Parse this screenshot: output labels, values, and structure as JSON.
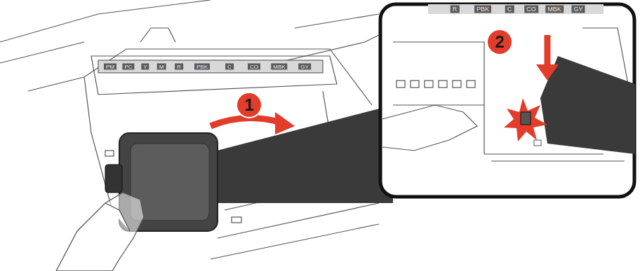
{
  "diagram": {
    "labels": [
      "1",
      "2",
      "PM",
      "PC",
      "Y",
      "M",
      "R",
      "PBK",
      "C",
      "CO",
      "MBK",
      "GY",
      "R",
      "PBK",
      "C",
      "CO",
      "MBK",
      "GY"
    ]
  }
}
